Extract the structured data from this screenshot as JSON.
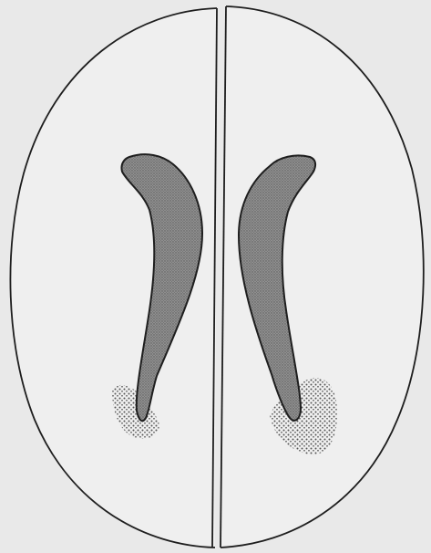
{
  "figure": {
    "background": "#e9e9e9",
    "stroke_color": "#1e1e1e",
    "region_fill": "#8a8a8a",
    "stipple_color": "#5a5a5a",
    "lesion_dot_color": "#3a3a3a",
    "structures": [
      "outer-outline",
      "midline",
      "left-ventricle",
      "right-ventricle",
      "left-stippled-patch",
      "right-stippled-patch"
    ]
  }
}
